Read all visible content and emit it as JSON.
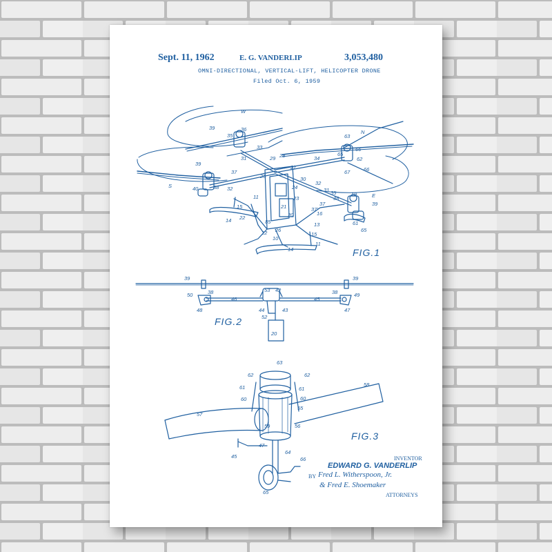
{
  "patent": {
    "date": "Sept. 11, 1962",
    "inventor_short": "E. G. VANDERLIP",
    "number": "3,053,480",
    "title": "OMNI-DIRECTIONAL, VERTICAL-LIFT, HELICOPTER DRONE",
    "filed": "Filed Oct. 6, 1959"
  },
  "figures": {
    "fig1": "FIG.1",
    "fig2": "FIG.2",
    "fig3": "FIG.3"
  },
  "signature": {
    "inventor_caption": "INVENTOR",
    "inventor_name": "EDWARD G. VANDERLIP",
    "by": "BY",
    "attorney_1": "Fred L. Witherspoon, Jr.",
    "attorney_2": "& Fred E. Shoemaker",
    "attorneys_caption": "ATTORNEYS"
  },
  "colors": {
    "ink": "#1f5fa0",
    "paper": "#ffffff",
    "brick": "#ececec",
    "mortar": "#bdbdbd"
  }
}
